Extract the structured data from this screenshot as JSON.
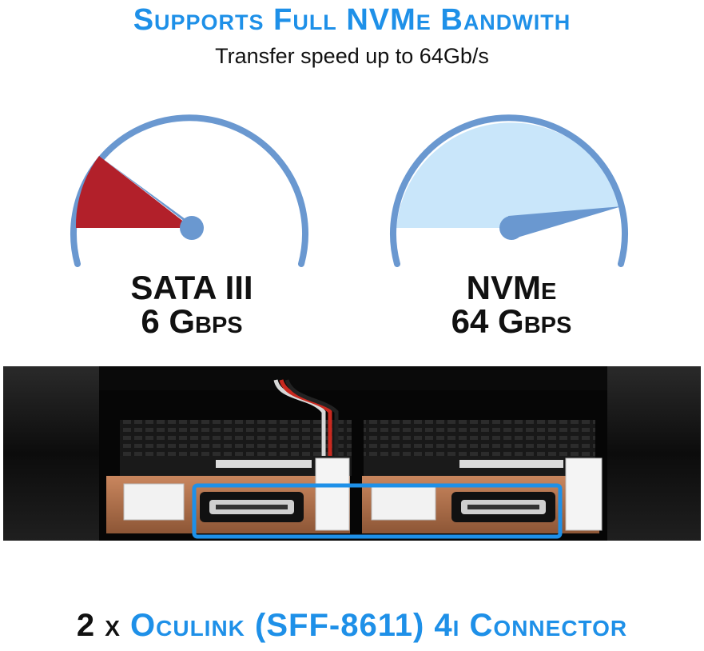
{
  "header": {
    "title": "Supports Full NVMe Bandwith",
    "subtitle": "Transfer speed up to 64Gb/s"
  },
  "gauges": [
    {
      "name": "SATA III",
      "speed": "6 Gbps",
      "level": 0.09,
      "fill_color": "#b2202a"
    },
    {
      "name": "NVMe",
      "speed": "64 Gbps",
      "level": 1.0,
      "fill_color": "#c9e6fa"
    }
  ],
  "footer": {
    "count": "2 x",
    "connector": "Oculink (SFF-8611) 4i Connector"
  },
  "colors": {
    "accent": "#1e90e8",
    "gauge_arc": "#6a98d0",
    "highlight_box": "#1e90e8"
  },
  "product_icon": "drive-bay-enclosure-icon"
}
